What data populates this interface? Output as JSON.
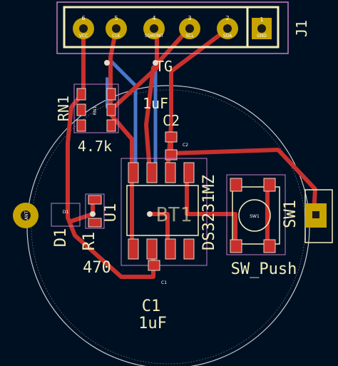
{
  "connector": {
    "ref": "J1",
    "pins": [
      {
        "num": "6",
        "label": "VCC"
      },
      {
        "num": "5",
        "label": "CLK"
      },
      {
        "num": "4",
        "label": "SQW/INT"
      },
      {
        "num": "3",
        "label": "SCL"
      },
      {
        "num": "2",
        "label": "SDA"
      },
      {
        "num": "1",
        "label": "GND"
      }
    ]
  },
  "resistor_network": {
    "ref": "RN1",
    "value": "4.7k"
  },
  "capacitor_c2": {
    "ref": "C2",
    "value": "1uF"
  },
  "capacitor_c1": {
    "ref": "C1",
    "value": "1uF"
  },
  "ic": {
    "ref": "U1",
    "part": "DS3231MZ"
  },
  "switch": {
    "ref": "SW1",
    "value": "SW_Push",
    "body_label": "SW1"
  },
  "battery": {
    "ref": "BT1",
    "body_label": "BT1"
  },
  "resistor_r1": {
    "ref": "R1",
    "value": "470"
  },
  "led": {
    "ref": "D1"
  },
  "mounting_pad": {
    "label": "ANT"
  },
  "labels": {
    "top_fragment": "TG",
    "rn_pad": "RN1",
    "c2_pad": "C2",
    "c1_pad": "C1",
    "d1_pad": "D1"
  },
  "colors": {
    "background": "#001023",
    "copper_front": "#c9302c",
    "copper_back": "#4a78c8",
    "silkscreen": "#f2eeb8",
    "pad_gold": "#c7a400",
    "courtyard": "#c080c0"
  }
}
